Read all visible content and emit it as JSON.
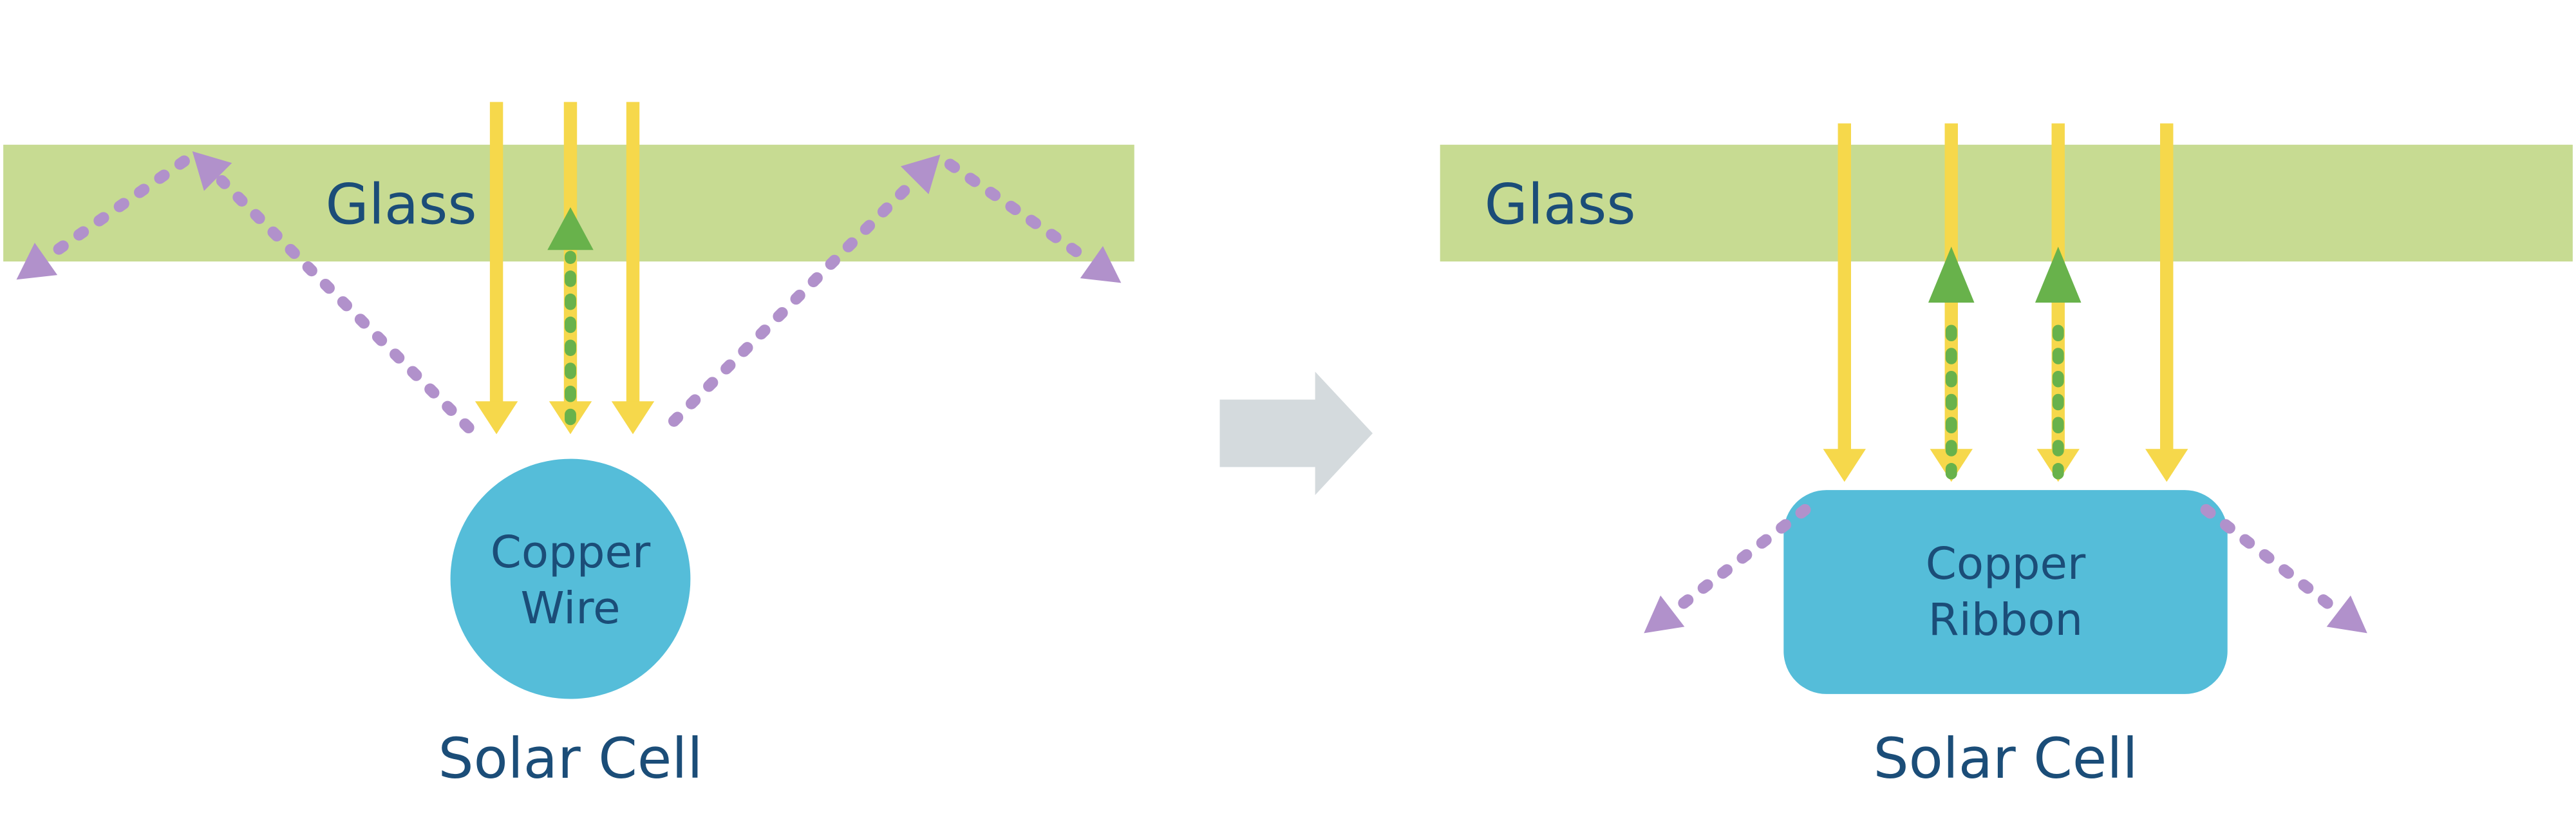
{
  "colors": {
    "background": "#ffffff",
    "glass_green": "#c7db92",
    "label_navy": "#1b4d78",
    "light_yellow": "#f6d84b",
    "reflect_green": "#68b24b",
    "escape_purple": "#b191cb",
    "copper_blue": "#55bdd9",
    "transition_gray": "#d4dadd"
  },
  "left_diagram": {
    "glass_label": "Glass",
    "conductor_line1": "Copper",
    "conductor_line2": "Wire",
    "cell_label": "Solar Cell"
  },
  "right_diagram": {
    "glass_label": "Glass",
    "conductor_line1": "Copper",
    "conductor_line2": "Ribbon",
    "cell_label": "Solar Cell"
  }
}
